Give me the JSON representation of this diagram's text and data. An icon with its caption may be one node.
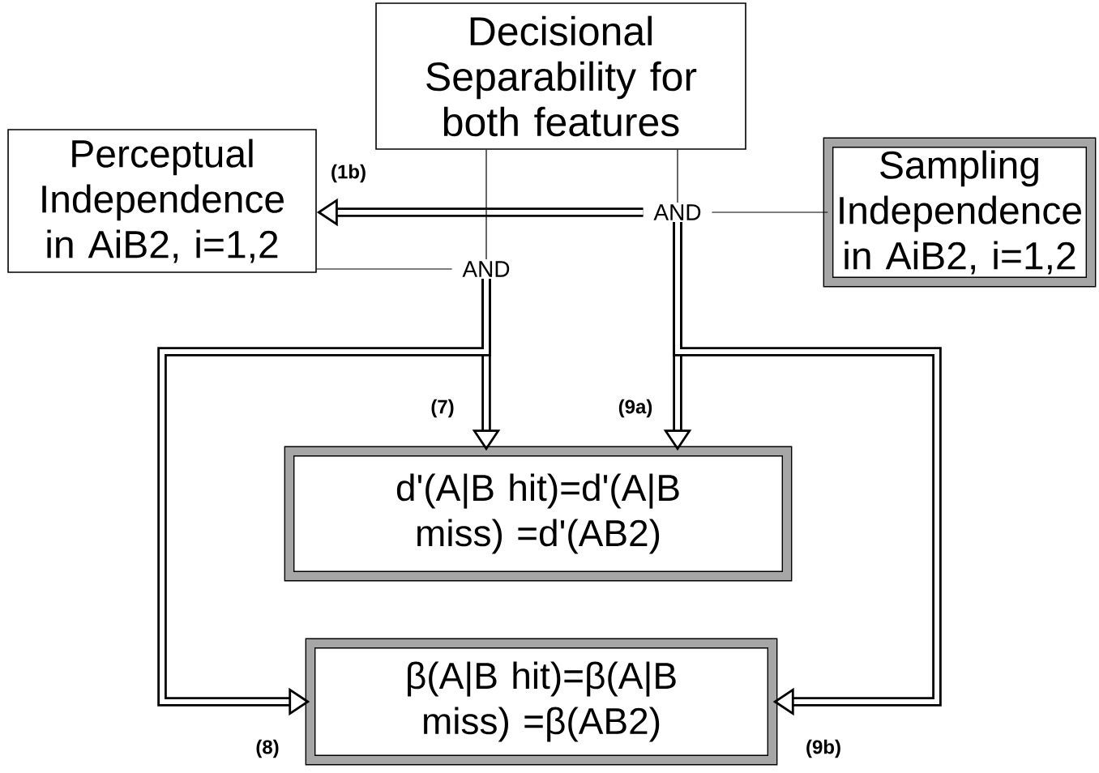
{
  "diagram": {
    "nodes": [
      {
        "text": [
          "Decisional Separability for both features"
        ]
      },
      {
        "text": [
          "Perceptual Independence in AiB2, i=1,2"
        ]
      },
      {
        "text": [
          "Sampling Independence in AiB2, i=1,2"
        ]
      },
      {
        "text": [
          "AND"
        ]
      },
      {
        "text": [
          "AND"
        ]
      },
      {
        "text": [
          "d'(A|B hit)=d'(A|B miss) =d'(AB2)"
        ]
      },
      {
        "text": [
          "β(A|B hit)=β(A|B miss) =β(AB2)"
        ]
      }
    ],
    "edges": [
      {
        "from": 0,
        "to": 3,
        "arrow": "none"
      },
      {
        "from": 2,
        "to": 3,
        "arrow": "none"
      },
      {
        "from": 3,
        "to": 1,
        "arrow": "to",
        "label": "(1b)"
      },
      {
        "from": 0,
        "to": 4,
        "arrow": "none"
      },
      {
        "from": 1,
        "to": 4,
        "arrow": "none"
      },
      {
        "from": 4,
        "to": 5,
        "arrow": "to",
        "label": "(7)"
      },
      {
        "from": 4,
        "to": 6,
        "arrow": "to",
        "label": "(8)"
      },
      {
        "from": 3,
        "to": 5,
        "arrow": "to",
        "label": "(9a)"
      },
      {
        "from": 3,
        "to": 6,
        "arrow": "to",
        "label": "(9b)"
      }
    ]
  }
}
